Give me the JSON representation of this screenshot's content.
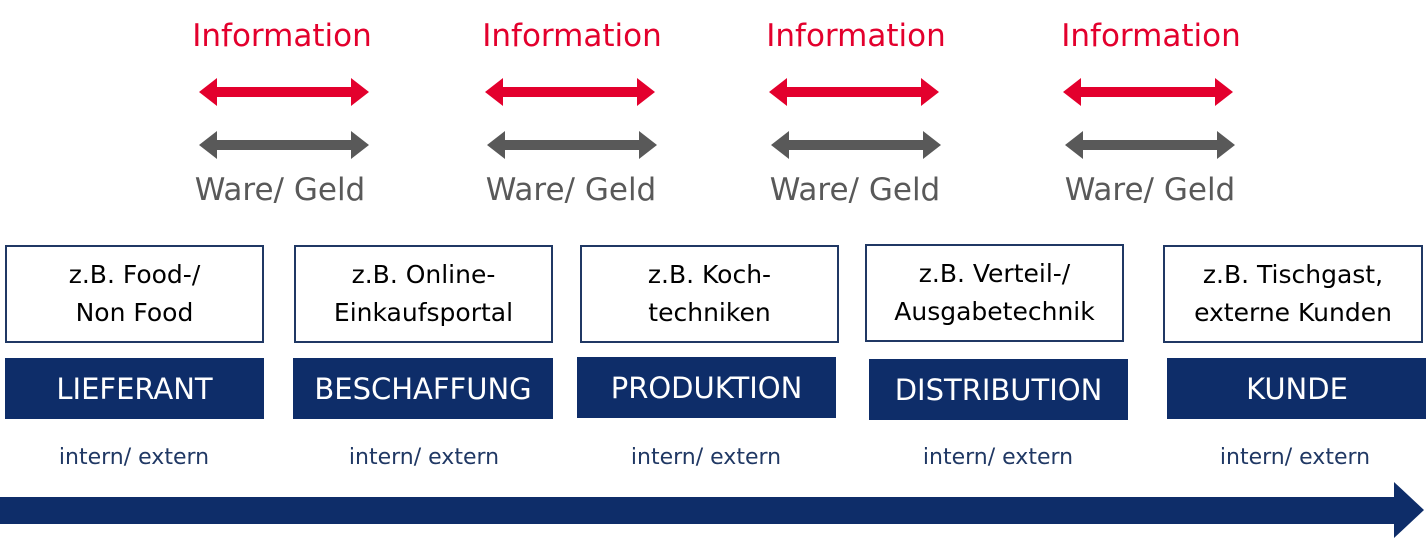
{
  "colors": {
    "information": "#e3002d",
    "goods_money": "#595959",
    "stage_fill": "#0e2d69",
    "box_border": "#203864"
  },
  "flows": [
    {
      "information": "Information",
      "goods_money": "Ware/ Geld"
    },
    {
      "information": "Information",
      "goods_money": "Ware/ Geld"
    },
    {
      "information": "Information",
      "goods_money": "Ware/ Geld"
    },
    {
      "information": "Information",
      "goods_money": "Ware/ Geld"
    }
  ],
  "stages": [
    {
      "example_line1": "z.B. Food-/",
      "example_line2": "Non Food",
      "name": "LIEFERANT",
      "scope": "intern/ extern"
    },
    {
      "example_line1": "z.B. Online-",
      "example_line2": "Einkaufsportal",
      "name": "BESCHAFFUNG",
      "scope": "intern/ extern"
    },
    {
      "example_line1": "z.B. Koch-",
      "example_line2": "techniken",
      "name": "PRODUKTION",
      "scope": "intern/ extern"
    },
    {
      "example_line1": "z.B. Verteil-/",
      "example_line2": "Ausgabetechnik",
      "name": "DISTRIBUTION",
      "scope": "intern/ extern"
    },
    {
      "example_line1": "z.B. Tischgast,",
      "example_line2": "externe Kunden",
      "name": "KUNDE",
      "scope": "intern/ extern"
    }
  ]
}
